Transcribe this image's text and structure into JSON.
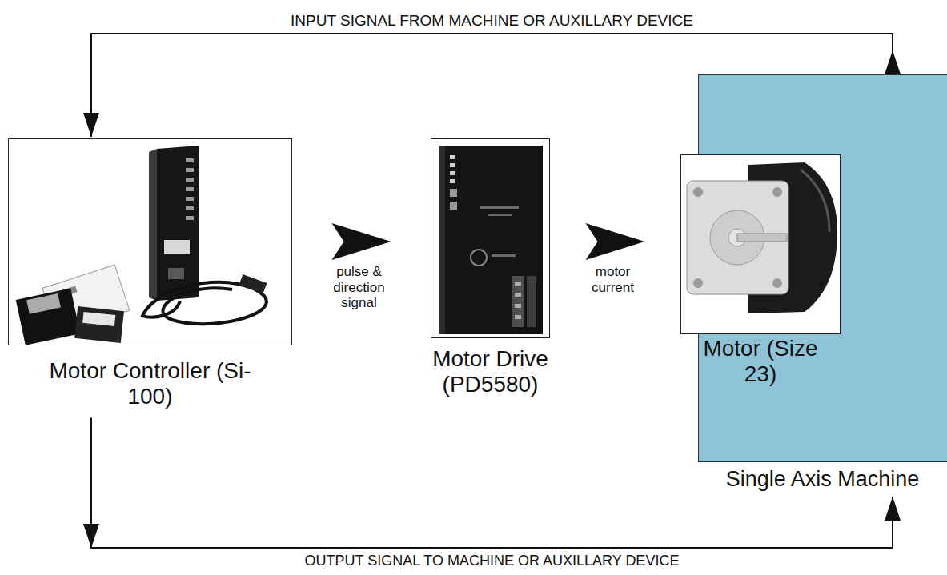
{
  "diagram": {
    "nodes": [
      {
        "text": [
          "Motor Controller (Si-100)"
        ]
      },
      {
        "text": [
          "Motor Drive (PD5580)"
        ]
      },
      {
        "text": [
          "Single Axis Machine"
        ]
      },
      {
        "text": [
          "Motor (Size 23)"
        ],
        "in": 2
      }
    ],
    "edges": [
      {
        "from": 2,
        "to": 0,
        "arrow": "both",
        "label": "INPUT SIGNAL FROM MACHINE OR AUXILLARY DEVICE"
      },
      {
        "from": 0,
        "to": 1,
        "arrow": "to",
        "label": "pulse & direction signal"
      },
      {
        "from": 1,
        "to": 3,
        "arrow": "to",
        "label": "motor current"
      },
      {
        "from": 0,
        "to": 2,
        "arrow": "both",
        "label": "OUTPUT SIGNAL TO MACHINE OR AUXILLARY DEVICE"
      }
    ]
  }
}
